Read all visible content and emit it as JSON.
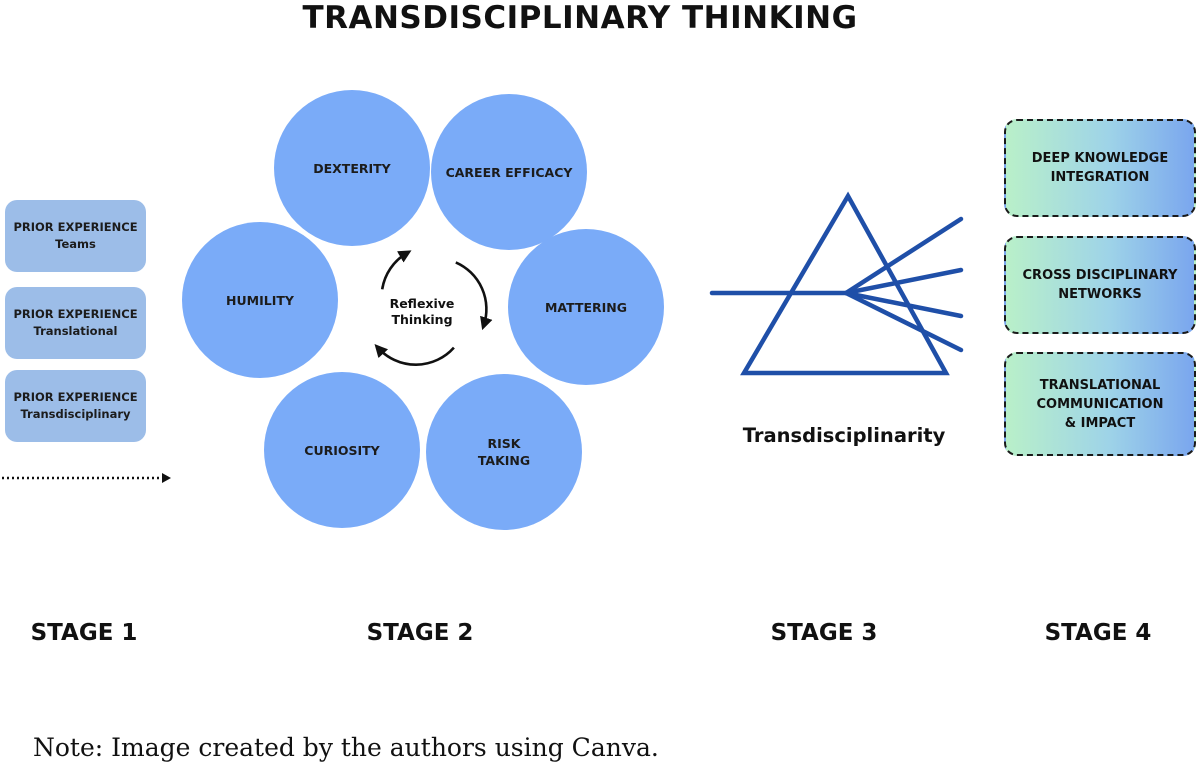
{
  "title": "TRANSDISCIPLINARY THINKING",
  "stage1": {
    "boxes": [
      {
        "heading": "PRIOR EXPERIENCE",
        "sub": "Teams"
      },
      {
        "heading": "PRIOR EXPERIENCE",
        "sub": "Translational"
      },
      {
        "heading": "PRIOR EXPERIENCE",
        "sub": "Transdisciplinary"
      }
    ]
  },
  "stage2": {
    "circles": [
      "DEXTERITY",
      "CAREER EFFICACY",
      "HUMILITY",
      "MATTERING",
      "CURIOSITY",
      "RISK\nTAKING"
    ],
    "center": "Reflexive\nThinking"
  },
  "stage3": {
    "label": "Transdisciplinarity"
  },
  "stage4": {
    "outcomes": [
      "DEEP KNOWLEDGE\nINTEGRATION",
      "CROSS DISCIPLINARY\nNETWORKS",
      "TRANSLATIONAL\nCOMMUNICATION\n& IMPACT"
    ]
  },
  "stages": [
    "STAGE 1",
    "STAGE 2",
    "STAGE 3",
    "STAGE 4"
  ],
  "note": "Note: Image created by the authors using Canva.",
  "colors": {
    "experience_box": "#9cbde8",
    "circle": "#7aabf8",
    "prism": "#1f4fa8"
  }
}
